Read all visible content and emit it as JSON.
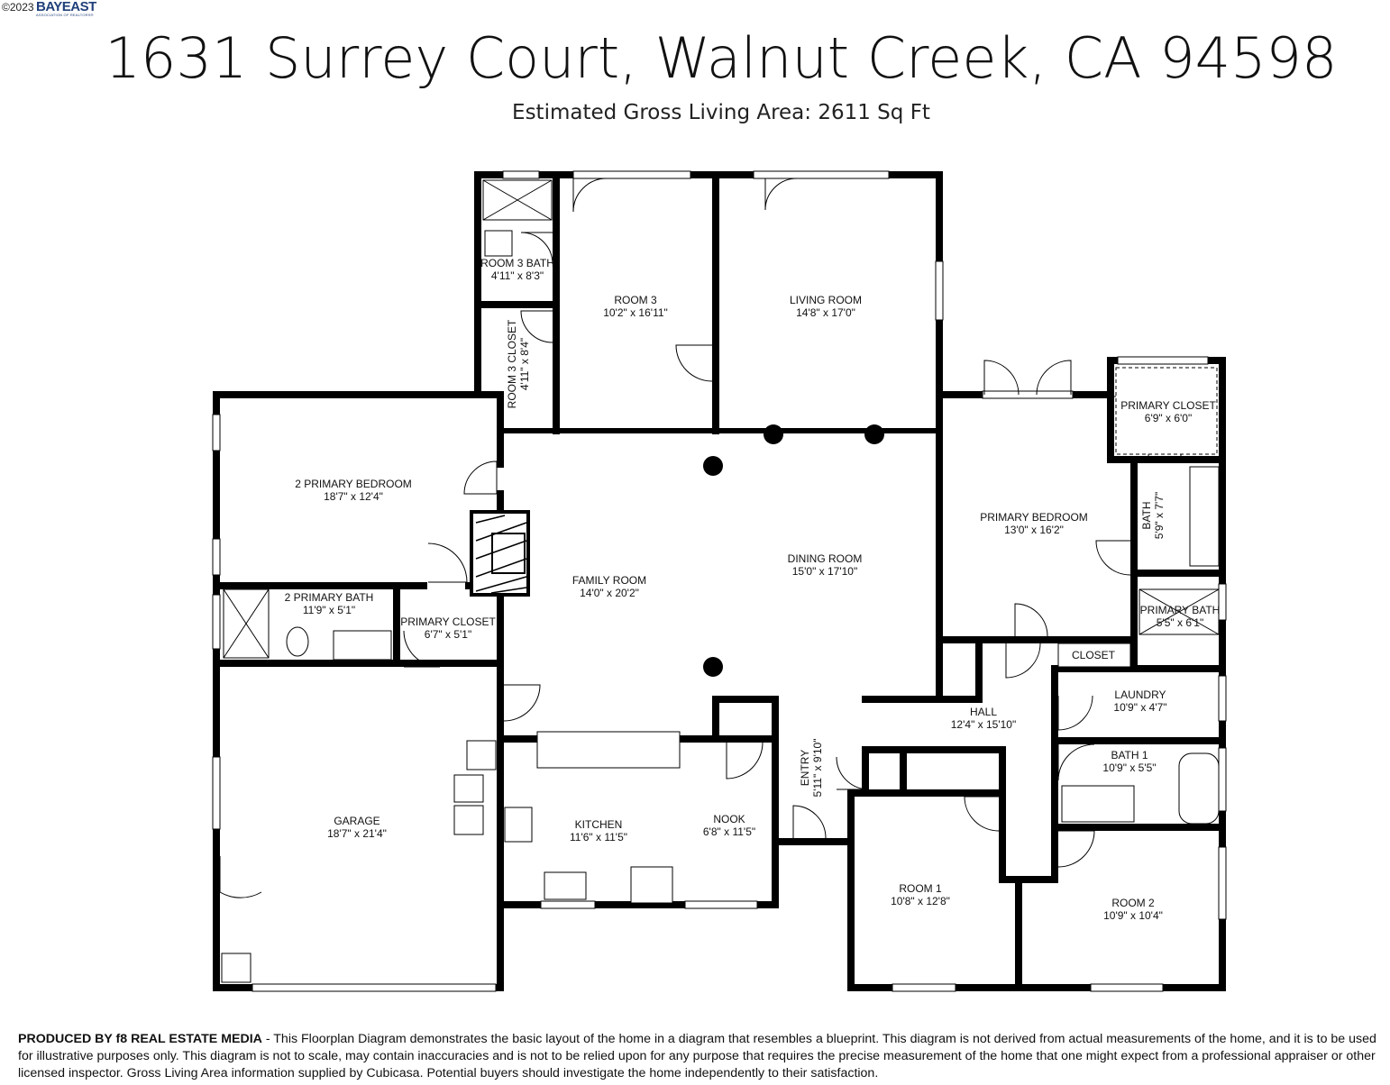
{
  "header": {
    "copyright": "©2023",
    "brand": "BAYEAST",
    "brand_sub": "ASSOCIATION OF REALTORS®",
    "address": "1631 Surrey Court, Walnut Creek, CA 94598",
    "area": "Estimated Gross Living Area: 2611 Sq Ft"
  },
  "rooms": {
    "room3_bath": {
      "name": "ROOM 3 BATH",
      "dims": "4'11\" x 8'3\""
    },
    "room3_closet": {
      "name": "ROOM 3 CLOSET",
      "dims": "4'11\" x 8'4\""
    },
    "room3": {
      "name": "ROOM 3",
      "dims": "10'2\" x 16'11\""
    },
    "living_room": {
      "name": "LIVING ROOM",
      "dims": "14'8\" x 17'0\""
    },
    "primary_bedroom_2": {
      "name": "2 PRIMARY BEDROOM",
      "dims": "18'7\" x 12'4\""
    },
    "primary_bath_2": {
      "name": "2 PRIMARY BATH",
      "dims": "11'9\" x 5'1\""
    },
    "primary_closet_2": {
      "name": "PRIMARY CLOSET",
      "dims": "6'7\" x 5'1\""
    },
    "family_room": {
      "name": "FAMILY ROOM",
      "dims": "14'0\" x 20'2\""
    },
    "dining_room": {
      "name": "DINING ROOM",
      "dims": "15'0\" x 17'10\""
    },
    "primary_bedroom": {
      "name": "PRIMARY BEDROOM",
      "dims": "13'0\" x 16'2\""
    },
    "primary_closet": {
      "name": "PRIMARY CLOSET",
      "dims": "6'9\" x 6'0\""
    },
    "bath": {
      "name": "BATH",
      "dims": "5'9\" x 7'7\""
    },
    "primary_bath": {
      "name": "PRIMARY BATH",
      "dims": "5'5\" x 6'1\""
    },
    "closet": {
      "name": "CLOSET",
      "dims": ""
    },
    "hall": {
      "name": "HALL",
      "dims": "12'4\" x 15'10\""
    },
    "laundry": {
      "name": "LAUNDRY",
      "dims": "10'9\" x 4'7\""
    },
    "bath1": {
      "name": "BATH 1",
      "dims": "10'9\" x 5'5\""
    },
    "entry": {
      "name": "ENTRY",
      "dims": "5'11\" x 9'10\""
    },
    "garage": {
      "name": "GARAGE",
      "dims": "18'7\" x 21'4\""
    },
    "kitchen": {
      "name": "KITCHEN",
      "dims": "11'6\" x 11'5\""
    },
    "nook": {
      "name": "NOOK",
      "dims": "6'8\" x 11'5\""
    },
    "room1": {
      "name": "ROOM 1",
      "dims": "10'8\" x 12'8\""
    },
    "room2": {
      "name": "ROOM 2",
      "dims": "10'9\" x 10'4\""
    }
  },
  "footer": {
    "producer": "PRODUCED BY f8 REAL ESTATE MEDIA",
    "text": " - This Floorplan Diagram demonstrates the basic layout of the home in a diagram that resembles a blueprint. This diagram is not derived from actual measurements of the home, and it is to be used for illustrative purposes only. This diagram is not to scale, may contain inaccuracies and is not to be relied upon for any purpose that requires the precise measurement of the home that one might expect from a professional appraiser or other licensed inspector. Gross Living Area information supplied by Cubicasa. Potential buyers should investigate the home independently to their satisfaction."
  }
}
